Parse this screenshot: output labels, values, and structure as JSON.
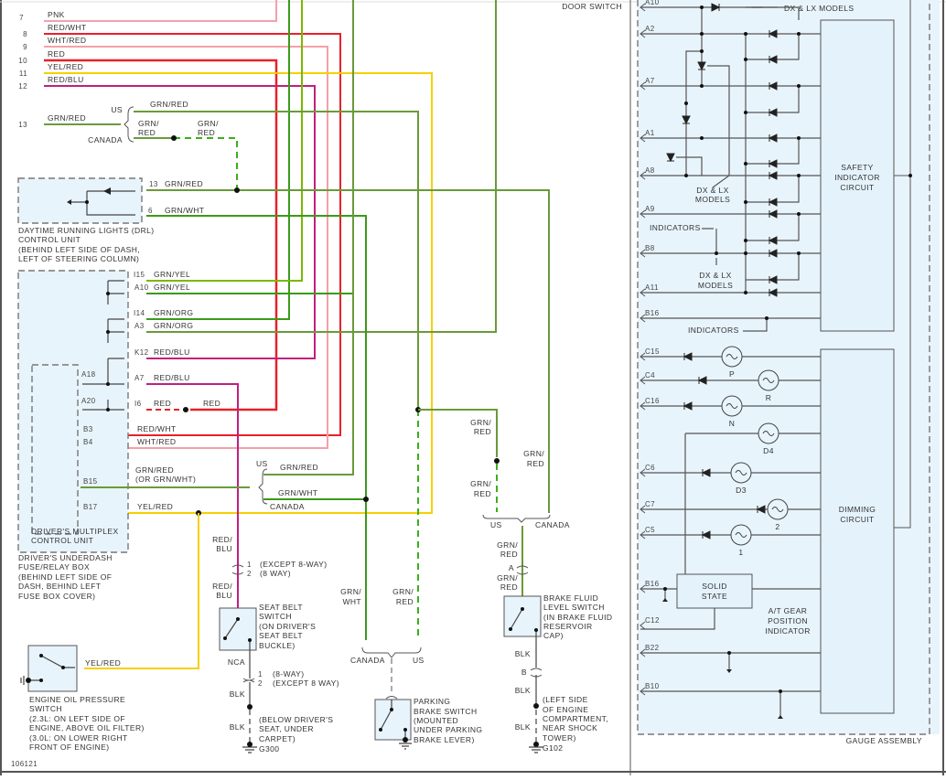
{
  "diagram": {
    "figure_id": "106121",
    "colors": {
      "pink": "#f4a0b0",
      "red": "#e8202a",
      "red_light": "#f07070",
      "green": "#3a9a1a",
      "yellow": "#f5d000",
      "blue": "#6a60d8",
      "box_fill": "#e8f4fc",
      "line_gray": "#555555"
    },
    "harness_top": {
      "rows": [
        {
          "pin": "7",
          "wire": "PNK"
        },
        {
          "pin": "8",
          "wire": "RED/WHT"
        },
        {
          "pin": "9",
          "wire": "WHT/RED"
        },
        {
          "pin": "10",
          "wire": "RED"
        },
        {
          "pin": "11",
          "wire": "YEL/RED"
        },
        {
          "pin": "12",
          "wire": "RED/BLU"
        },
        {
          "pin": "13",
          "wire": "GRN/RED"
        }
      ],
      "us_label": "US",
      "canada_label": "CANADA",
      "us_wire": "GRN/RED",
      "canada_wire_a1": "GRN/",
      "canada_wire_a2": "RED",
      "canada_wire_b1": "GRN/",
      "canada_wire_b2": "RED"
    },
    "drl_unit": {
      "name_lines": [
        "DAYTIME RUNNING LIGHTS (DRL)",
        "CONTROL UNIT",
        "(BEHIND LEFT SIDE OF DASH,",
        "LEFT OF STEERING COLUMN)"
      ],
      "pins": [
        {
          "pin": "13",
          "wire": "GRN/RED"
        },
        {
          "pin": "6",
          "wire": "GRN/WHT"
        }
      ]
    },
    "fuse_box": {
      "pins": [
        {
          "pin": "I15",
          "wire": "GRN/YEL"
        },
        {
          "pin": "A10",
          "wire": "GRN/YEL"
        },
        {
          "pin": "I14",
          "wire": "GRN/ORG"
        },
        {
          "pin": "A3",
          "wire": "GRN/ORG"
        },
        {
          "pin": "K12",
          "wire": "RED/BLU"
        },
        {
          "pin": "A7",
          "wire": "RED/BLU"
        },
        {
          "pin": "I6",
          "wire": "RED"
        }
      ],
      "i6_far_wire": "RED",
      "name_lines": [
        "DRIVER'S UNDERDASH",
        "FUSE/RELAY BOX",
        "(BEHIND LEFT SIDE OF",
        "DASH, BEHIND LEFT",
        "FUSE BOX COVER)"
      ]
    },
    "multiplex_unit": {
      "pins_left": [
        "A18",
        "A20"
      ],
      "pins": [
        {
          "pin": "B3",
          "wire": "RED/WHT"
        },
        {
          "pin": "B4",
          "wire": "WHT/RED"
        },
        {
          "pin": "B15",
          "wire": "GRN/RED",
          "wire_alt": "(OR GRN/WHT)"
        },
        {
          "pin": "B17",
          "wire": "YEL/RED"
        }
      ],
      "name_lines": [
        "DRIVER'S MULTIPLEX",
        "CONTROL UNIT"
      ]
    },
    "b15_branch": {
      "us_label": "US",
      "us_wire": "GRN/RED",
      "canada_label": "CANADA",
      "canada_wire": "GRN/WHT"
    },
    "seat_belt": {
      "wire_upper": [
        "RED/",
        "BLU"
      ],
      "wire_lower": [
        "RED/",
        "BLU"
      ],
      "connector_top": [
        {
          "pin": "1",
          "note": "(EXCEPT 8-WAY)"
        },
        {
          "pin": "2",
          "note": "(8 WAY)"
        }
      ],
      "name_lines": [
        "SEAT BELT",
        "SWITCH",
        "(ON DRIVER'S",
        "SEAT BELT",
        "BUCKLE)"
      ],
      "nca_label": "NCA",
      "connector_bottom": [
        {
          "pin": "1",
          "note": "(8-WAY)"
        },
        {
          "pin": "2",
          "note": "(EXCEPT 8 WAY)"
        }
      ],
      "ground_wire_1": "BLK",
      "ground_wire_2": "BLK",
      "ground_note": [
        "(BELOW DRIVER'S",
        "SEAT, UNDER",
        "CARPET)"
      ],
      "ground_id": "G300"
    },
    "oil_switch": {
      "wire": "YEL/RED",
      "name_lines": [
        "ENGINE OIL PRESSURE",
        "SWITCH",
        "(2.3L: ON LEFT SIDE OF",
        "ENGINE, ABOVE OIL FILTER)",
        "(3.0L: ON LOWER RIGHT",
        "FRONT OF ENGINE)"
      ]
    },
    "parking_brake": {
      "wire_left": [
        "GRN/",
        "WHT"
      ],
      "wire_right": [
        "GRN/",
        "RED"
      ],
      "canada_label": "CANADA",
      "us_label": "US",
      "name_lines": [
        "PARKING",
        "BRAKE SWITCH",
        "(MOUNTED",
        "UNDER PARKING",
        "BRAKE LEVER)"
      ]
    },
    "brake_fluid": {
      "wire_us_1": [
        "GRN/",
        "RED"
      ],
      "wire_us_2": [
        "GRN/",
        "RED"
      ],
      "wire_canada": [
        "GRN/",
        "RED"
      ],
      "us_label": "US",
      "canada_label": "CANADA",
      "wire_a_upper": [
        "GRN/",
        "RED"
      ],
      "conn_a": "A",
      "wire_a_lower": [
        "GRN/",
        "RED"
      ],
      "name_lines": [
        "BRAKE FLUID",
        "LEVEL SWITCH",
        "(IN BRAKE FLUID",
        "RESERVOIR",
        "CAP)"
      ],
      "wire_blk_1": "BLK",
      "conn_b": "B",
      "wire_blk_2": "BLK",
      "wire_blk_3": "BLK",
      "ground_note": [
        "(LEFT SIDE",
        "OF ENGINE",
        "COMPARTMENT,",
        "NEAR SHOCK",
        "TOWER)"
      ],
      "ground_id": "G102"
    },
    "door_switch_label": "DOOR SWITCH",
    "gauge_assembly": {
      "name": "GAUGE ASSEMBLY",
      "safety_pins": [
        "A10",
        "A2",
        "A7",
        "A1",
        "A8",
        "A9",
        "B8",
        "A11",
        "B16"
      ],
      "safety_block": [
        "SAFETY",
        "INDICATOR",
        "CIRCUIT"
      ],
      "dx_lx_top": "DX & LX MODELS",
      "dx_lx_mid": [
        "DX & LX",
        "MODELS"
      ],
      "dx_lx_low": [
        "DX & LX",
        "MODELS"
      ],
      "indicators_1": "INDICATORS",
      "indicators_2": "INDICATORS",
      "dimming_pins": [
        "C15",
        "C4",
        "C16",
        "C6",
        "C7",
        "C5",
        "B16",
        "C12",
        "B22",
        "B10"
      ],
      "bulbs": [
        "P",
        "R",
        "N",
        "D4",
        "D3",
        "2",
        "1"
      ],
      "dimming_block": [
        "DIMMING",
        "CIRCUIT"
      ],
      "solid_state": [
        "SOLID",
        "STATE"
      ],
      "at_gear": [
        "A/T GEAR",
        "POSITION",
        "INDICATOR"
      ]
    }
  }
}
